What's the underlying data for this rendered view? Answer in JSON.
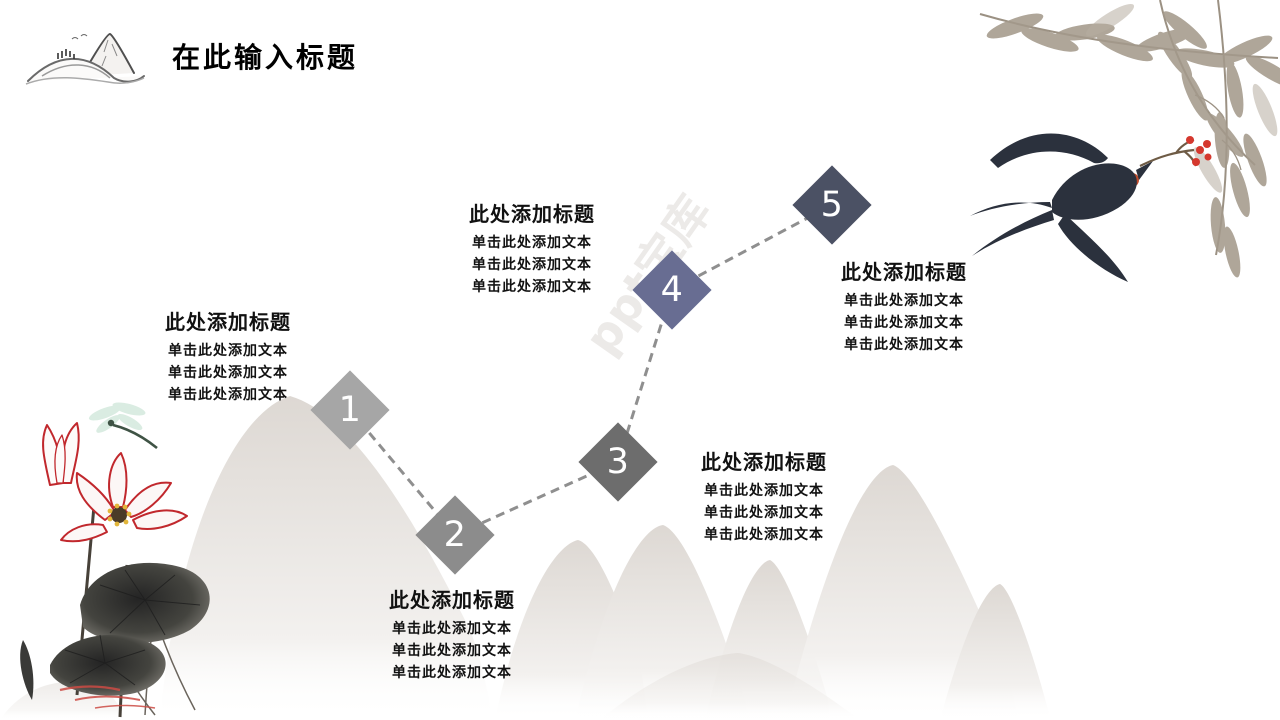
{
  "slide": {
    "title": "在此输入标题",
    "watermark": "ppt宝库"
  },
  "steps": [
    {
      "number": "1",
      "heading": "此处添加标题",
      "lines": [
        "单击此处添加文本",
        "单击此处添加文本",
        "单击此处添加文本"
      ],
      "diamond_color": "#a6a6a6"
    },
    {
      "number": "2",
      "heading": "此处添加标题",
      "lines": [
        "单击此处添加文本",
        "单击此处添加文本",
        "单击此处添加文本"
      ],
      "diamond_color": "#8c8c8c"
    },
    {
      "number": "3",
      "heading": "此处添加标题",
      "lines": [
        "单击此处添加文本",
        "单击此处添加文本",
        "单击此处添加文本"
      ],
      "diamond_color": "#6d6d6d"
    },
    {
      "number": "4",
      "heading": "此处添加标题",
      "lines": [
        "单击此处添加文本",
        "单击此处添加文本",
        "单击此处添加文本"
      ],
      "diamond_color": "#686d92"
    },
    {
      "number": "5",
      "heading": "此处添加标题",
      "lines": [
        "单击此处添加文本",
        "单击此处添加文本",
        "单击此处添加文本"
      ],
      "diamond_color": "#4b5164"
    }
  ],
  "decorations": {
    "top_left_icon": "ink-mountain-icon",
    "top_right_illustration": "swallow-with-bamboo",
    "bottom_left_illustration": "lotus-with-dragonfly",
    "background": "mountain-silhouettes"
  },
  "colors": {
    "title_text": "#000000",
    "body_text": "#111111",
    "connector_dash": "#8f8f8f",
    "mountain_gray": "#ded9d4",
    "bamboo_leaf": "#a49a8c",
    "swallow_ink": "#2b313d",
    "berry_red": "#d5382e",
    "lotus_red": "#c1282d",
    "watermark_gray": "#eceae8"
  }
}
